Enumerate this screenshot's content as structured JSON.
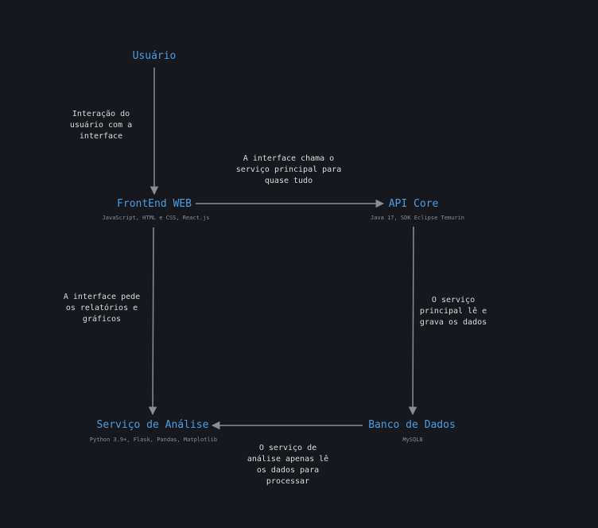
{
  "nodes": {
    "usuario": {
      "title": "Usuário"
    },
    "frontend": {
      "title": "FrontEnd WEB",
      "subtitle": "JavaScript, HTML e CSS, React.js"
    },
    "api": {
      "title": "API Core",
      "subtitle": "Java 17, SDK Eclipse Temurin"
    },
    "analise": {
      "title": "Serviço de Análise",
      "subtitle": "Python 3.9+, Flask, Pandas, Matplotlib"
    },
    "banco": {
      "title": "Banco de Dados",
      "subtitle": "MySQL8"
    }
  },
  "edges": {
    "usuario_frontend": "Interação do\nusuário com a\ninterface",
    "frontend_api": "A interface chama o\nserviço principal para\nquase tudo",
    "frontend_analise": "A interface pede\nos relatórios e\ngráficos",
    "api_banco": "O serviço\nprincipal lê e\ngrava os dados",
    "analise_banco": "O serviço de\nanálise apenas lê\nos dados para\nprocessar"
  },
  "colors": {
    "background": "#16181d",
    "node_title": "#4a9ee6",
    "node_subtitle": "#8a8f96",
    "edge_label": "#d8dadd",
    "edge_line": "#8b8e93"
  }
}
